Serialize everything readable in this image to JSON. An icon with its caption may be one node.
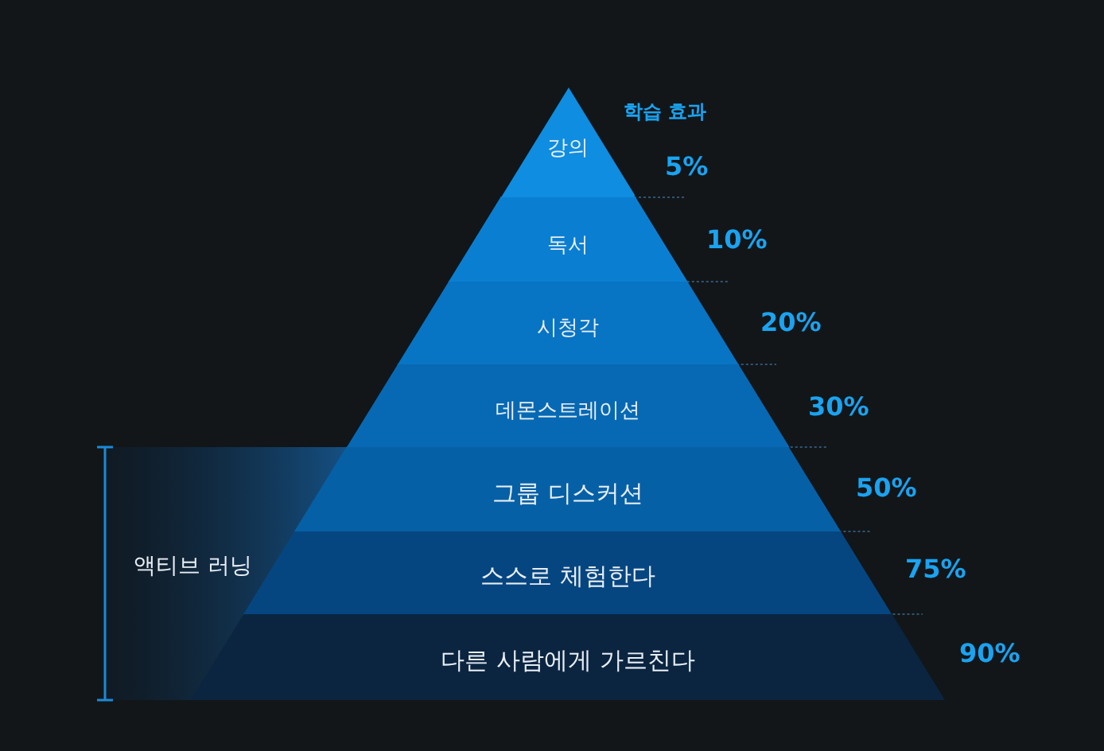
{
  "diagram": {
    "nodes": [
      {
        "text": [
          "강의"
        ],
        "beside": [
          "5%"
        ]
      },
      {
        "text": [
          "독서"
        ],
        "beside": [
          "10%"
        ]
      },
      {
        "text": [
          "시청각"
        ],
        "beside": [
          "20%"
        ]
      },
      {
        "text": [
          "데몬스트레이션"
        ],
        "beside": [
          "30%"
        ]
      },
      {
        "text": [
          "그룹 디스커션"
        ],
        "beside": [
          "50%"
        ]
      },
      {
        "text": [
          "스스로 체험한다"
        ],
        "beside": [
          "75%"
        ]
      },
      {
        "text": [
          "다른 사람에게 가르친다"
        ],
        "beside": [
          "90%"
        ]
      }
    ],
    "labels": [
      "학습 효과",
      "액티브 러닝"
    ]
  }
}
